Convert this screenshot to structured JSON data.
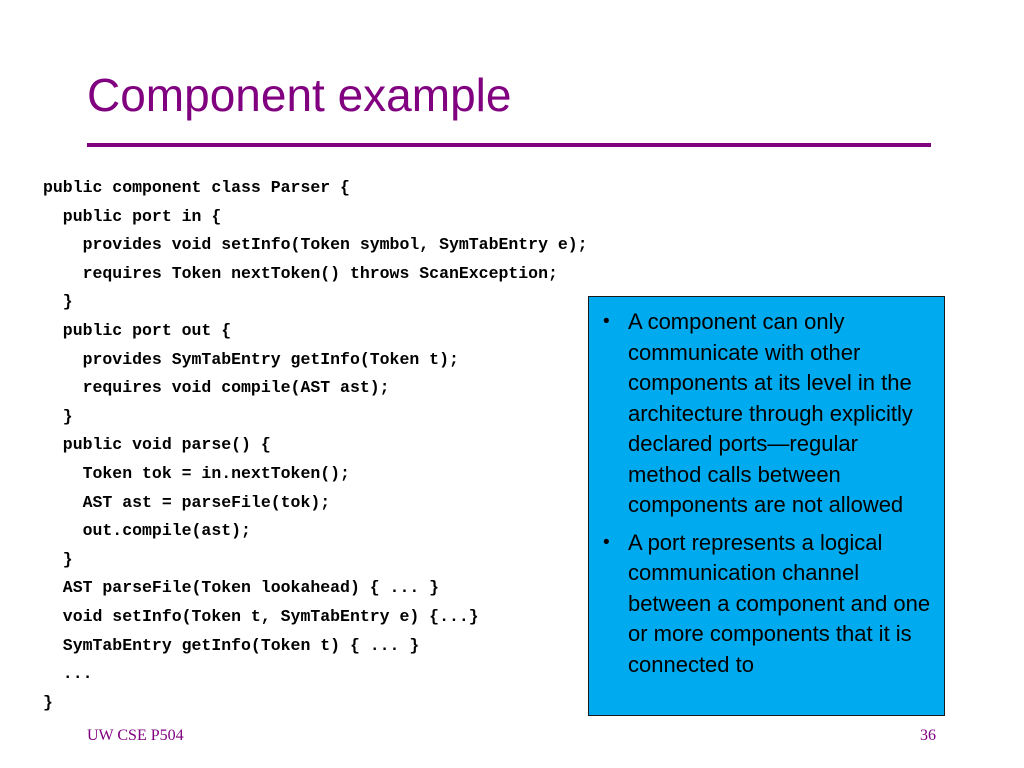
{
  "slide": {
    "title": "Component example",
    "code_lines": [
      "public component class Parser {",
      "  public port in {",
      "    provides void setInfo(Token symbol, SymTabEntry e);",
      "    requires Token nextToken() throws ScanException;",
      "  }",
      "  public port out {",
      "    provides SymTabEntry getInfo(Token t);",
      "    requires void compile(AST ast);",
      "  }",
      "  public void parse() {",
      "    Token tok = in.nextToken();",
      "    AST ast = parseFile(tok);",
      "    out.compile(ast);",
      "  }",
      "  AST parseFile(Token lookahead) { ... }",
      "  void setInfo(Token t, SymTabEntry e) {...}",
      "  SymTabEntry getInfo(Token t) { ... }",
      "  ...",
      "}"
    ],
    "callout_bullets": [
      "A component can only communicate with other components at its level in the architecture through explicitly declared ports—regular method calls between components are not allowed",
      "A port represents a logical communication channel between a component and one or more components that it is connected to"
    ],
    "bullet_symbol": "•",
    "footer_left": "UW CSE P504",
    "page_number": "36"
  },
  "colors": {
    "accent": "#800080",
    "callout_bg": "#00aaee"
  }
}
